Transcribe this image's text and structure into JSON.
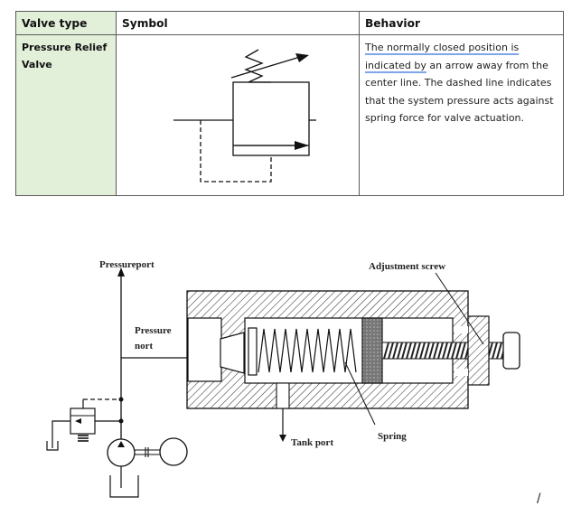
{
  "table": {
    "headers": [
      "Valve type",
      "Symbol",
      "Behavior"
    ],
    "rows": [
      {
        "valve_type": "Pressure Relief Valve",
        "valve_type_line1": "Pressure Relief",
        "valve_type_line2": "Valve",
        "symbol": "pressure-relief-valve-symbol",
        "behavior_underlined": "The normally closed position is indicated by",
        "behavior_part1": "The normally closed position is",
        "behavior_part2": "indicated by",
        "behavior_rest": " an arrow away from the center line. The dashed line indicates that the system pressure acts against spring force for valve actuation."
      }
    ],
    "header_fill": "#e2efd9"
  },
  "diagram": {
    "labels": {
      "pressure_port_top": "Pressureport",
      "pressure_port_line1": "Pressure",
      "pressure_port_line2": "nort",
      "adjustment_screw": "Adjustment screw",
      "tank_port": "Tank port",
      "spring": "Spring"
    },
    "stray_mark": "/"
  }
}
